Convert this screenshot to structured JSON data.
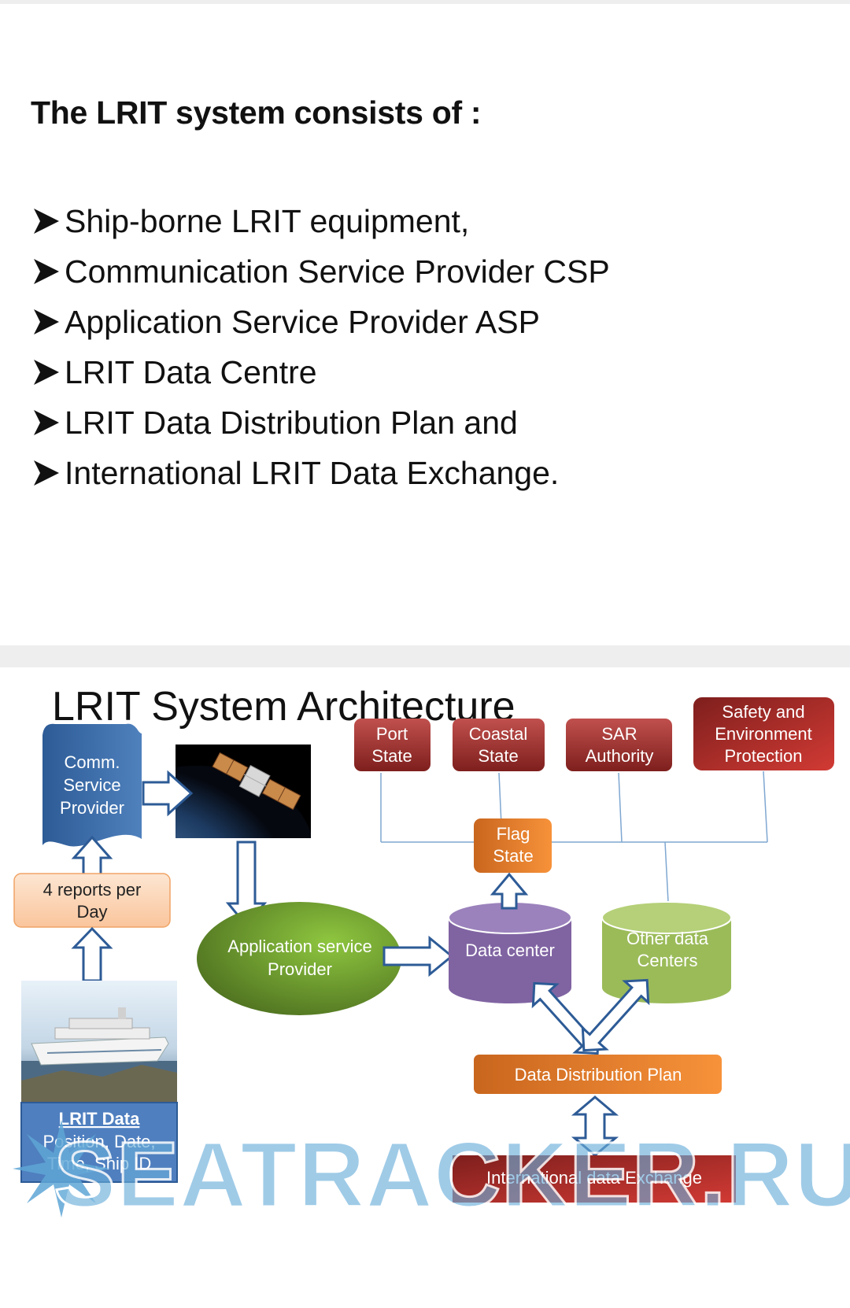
{
  "slide1": {
    "heading": "The LRIT system consists of :",
    "bullets": [
      "Ship-borne LRIT equipment,",
      "Communication Service Provider CSP",
      "Application Service Provider ASP",
      "LRIT Data Centre",
      "LRIT Data Distribution Plan and",
      "International LRIT Data Exchange."
    ]
  },
  "slide2": {
    "title": "LRIT System Architecture",
    "nodes": {
      "csp": [
        "Comm.",
        "Service",
        "Provider"
      ],
      "reports": [
        "4 reports per",
        "Day"
      ],
      "lrit_data_title": "LRIT Data",
      "lrit_data_lines": [
        "Position, Date,",
        "Time,  Ship ID"
      ],
      "asp": [
        "Application service",
        "Provider"
      ],
      "data_center": "Data center",
      "other_dc": [
        "Other data",
        "Centers"
      ],
      "flag_state": [
        "Flag",
        "State"
      ],
      "port_state": [
        "Port",
        "State"
      ],
      "coastal_state": [
        "Coastal",
        "State"
      ],
      "sar": [
        "SAR",
        "Authority"
      ],
      "safety": [
        "Safety and",
        "Environment",
        "Protection"
      ],
      "ddp": "Data Distribution Plan",
      "ide": "International data Exchange"
    },
    "watermark": "SEATRACKER.RU"
  }
}
